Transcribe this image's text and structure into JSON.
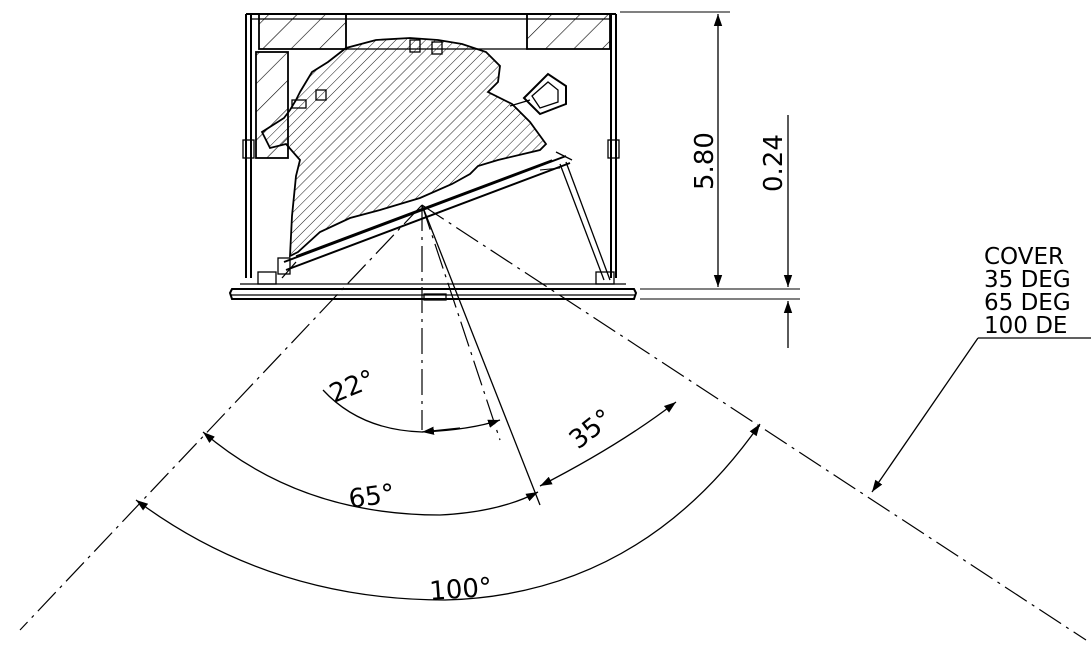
{
  "dimensions": {
    "height_total": "5.80",
    "height_lip": "0.24"
  },
  "angles": {
    "a22": "22°",
    "a35": "35°",
    "a65": "65°",
    "a100": "100°"
  },
  "note_lines": [
    "COVER",
    "35 DEG",
    "65 DEG",
    "100 DE"
  ],
  "colors": {
    "line": "#000000",
    "background": "#ffffff"
  }
}
